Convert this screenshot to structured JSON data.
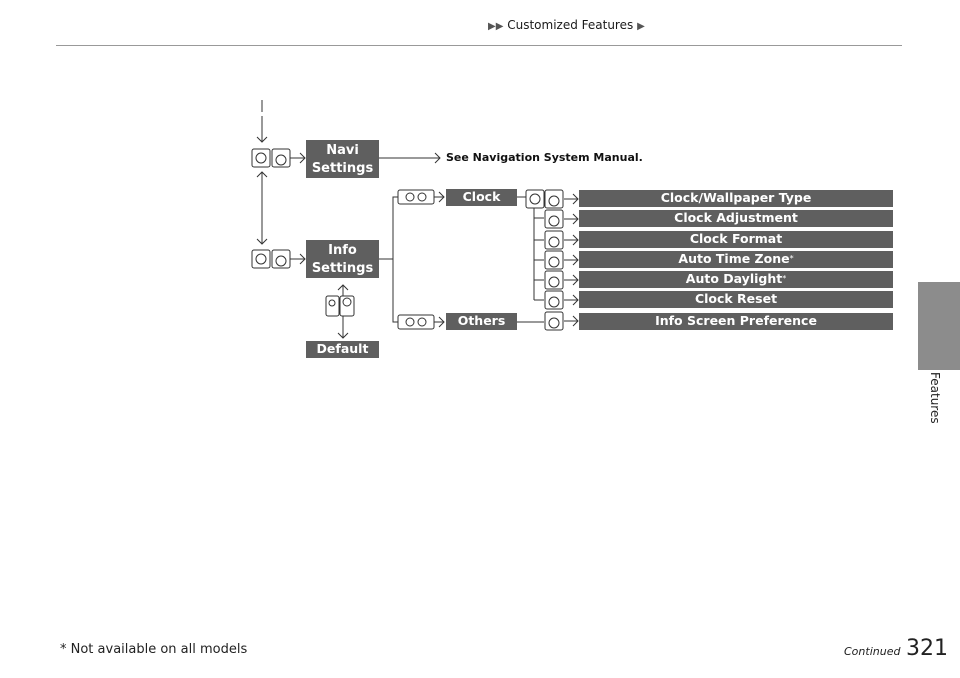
{
  "header": {
    "section": "Customized Features"
  },
  "side_tab": {
    "label": "Features"
  },
  "diagram": {
    "navi_settings": [
      "Navi",
      "Settings"
    ],
    "navi_note": "See Navigation System Manual.",
    "info_settings": [
      "Info",
      "Settings"
    ],
    "default": "Default",
    "clock": "Clock",
    "others": "Others",
    "clock_items": [
      "Clock/Wallpaper Type",
      "Clock Adjustment",
      "Clock Format",
      "Auto Time Zone",
      "Auto Daylight",
      "Clock Reset"
    ],
    "others_items": [
      "Info Screen Preference"
    ],
    "asterisk": "*"
  },
  "footer": {
    "note": "* Not available on all models",
    "continued": "Continued",
    "page": "321"
  }
}
